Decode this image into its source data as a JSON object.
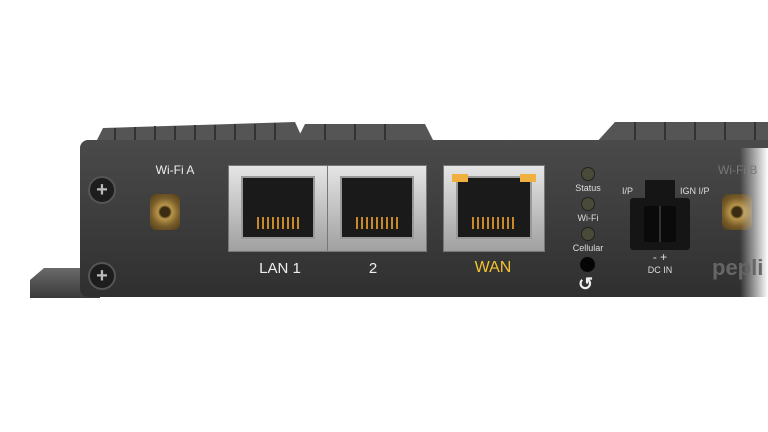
{
  "device": {
    "antenna_left_label": "Wi-Fi A",
    "antenna_right_label": "Wi-Fi B",
    "lan_labels": [
      "LAN 1",
      "2"
    ],
    "wan_label": "WAN",
    "led_labels": [
      "Status",
      "Wi-Fi",
      "Cellular"
    ],
    "power": {
      "left_label": "I/P",
      "right_label": "IGN I/P",
      "polarity": "-  +",
      "label": "DC IN"
    },
    "logo_text": "pepli",
    "colors": {
      "body": "#3c3c3c",
      "wan_label": "#f2c230",
      "led_off": "#4a4a38"
    }
  }
}
